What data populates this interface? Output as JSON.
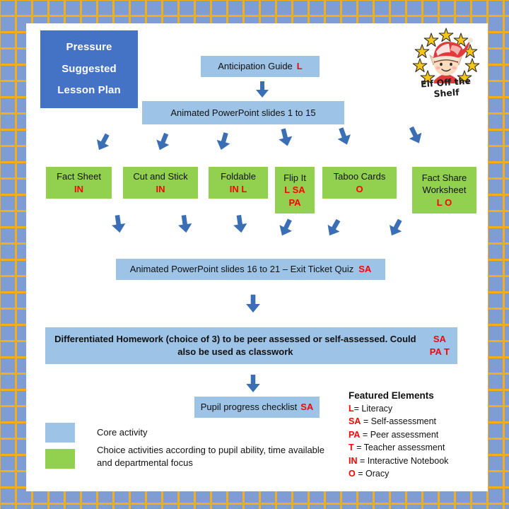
{
  "title_block": {
    "lines": [
      "Pressure",
      "Suggested",
      "Lesson Plan"
    ]
  },
  "logo": {
    "name": "elf-off-the-shelf-logo",
    "text": "Elf Off the Shelf"
  },
  "flow": {
    "anticipation_guide": {
      "label": "Anticipation Guide",
      "tag": "L"
    },
    "powerpoint_1": {
      "label": "Animated PowerPoint  slides 1 to 15",
      "tag": ""
    },
    "powerpoint_2": {
      "label": "Animated PowerPoint slides 16 to 21 – Exit Ticket Quiz",
      "tag": "SA"
    },
    "homework": {
      "label": "Differentiated Homework (choice of 3) to be peer assessed or self-assessed. Could also be used as classwork",
      "tag": "SA  PA  T"
    },
    "checklist": {
      "label": "Pupil progress checklist",
      "tag": "SA"
    }
  },
  "choice_activities": [
    {
      "label": "Fact Sheet",
      "tag": "IN"
    },
    {
      "label": "Cut and Stick",
      "tag": "IN"
    },
    {
      "label": "Foldable",
      "tag": "IN L"
    },
    {
      "label": "Flip It",
      "tag": "L SA",
      "tag2": "PA"
    },
    {
      "label": "Taboo Cards",
      "tag": "O"
    },
    {
      "label": "Fact Share Worksheet",
      "tag": "L O"
    }
  ],
  "key": {
    "core": "Core activity",
    "choice": "Choice activities according to pupil ability, time available and departmental focus"
  },
  "featured_elements": {
    "title": "Featured Elements",
    "items": [
      {
        "abbr": "L",
        "desc": "= Literacy"
      },
      {
        "abbr": "SA",
        "desc": "= Self-assessment"
      },
      {
        "abbr": "PA",
        "desc": "= Peer assessment"
      },
      {
        "abbr": "T",
        "desc": "= Teacher assessment"
      },
      {
        "abbr": "IN",
        "desc": "= Interactive Notebook"
      },
      {
        "abbr": "O",
        "desc": "= Oracy"
      }
    ]
  },
  "colors": {
    "core_blue": "#9DC3E6",
    "choice_green": "#92D050",
    "title_blue": "#4472C4",
    "tag_red": "#FF0000",
    "arrow_blue": "#3A6EB5",
    "background_blue": "#7D9DD4",
    "background_grid": "#F5AE1B"
  }
}
